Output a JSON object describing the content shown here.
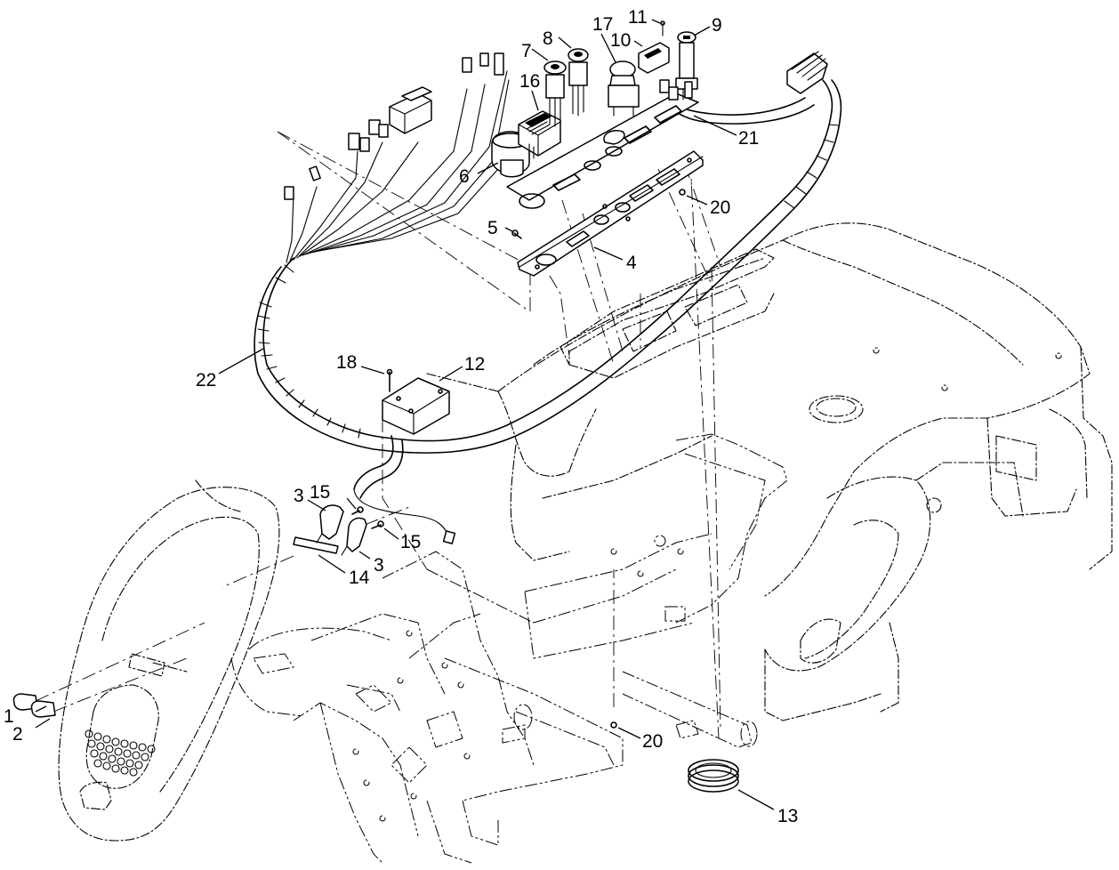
{
  "callouts": [
    {
      "id": "c1",
      "text": "1"
    },
    {
      "id": "c2",
      "text": "2"
    },
    {
      "id": "c3a",
      "text": "3"
    },
    {
      "id": "c3b",
      "text": "3"
    },
    {
      "id": "c4",
      "text": "4"
    },
    {
      "id": "c5",
      "text": "5"
    },
    {
      "id": "c6",
      "text": "6"
    },
    {
      "id": "c7",
      "text": "7"
    },
    {
      "id": "c8",
      "text": "8"
    },
    {
      "id": "c9",
      "text": "9"
    },
    {
      "id": "c10",
      "text": "10"
    },
    {
      "id": "c11",
      "text": "11"
    },
    {
      "id": "c12",
      "text": "12"
    },
    {
      "id": "c13",
      "text": "13"
    },
    {
      "id": "c14",
      "text": "14"
    },
    {
      "id": "c15a",
      "text": "15"
    },
    {
      "id": "c15b",
      "text": "15"
    },
    {
      "id": "c16",
      "text": "16"
    },
    {
      "id": "c17",
      "text": "17"
    },
    {
      "id": "c18",
      "text": "18"
    },
    {
      "id": "c20a",
      "text": "20"
    },
    {
      "id": "c20b",
      "text": "20"
    },
    {
      "id": "c21",
      "text": "21"
    },
    {
      "id": "c22",
      "text": "22"
    }
  ]
}
